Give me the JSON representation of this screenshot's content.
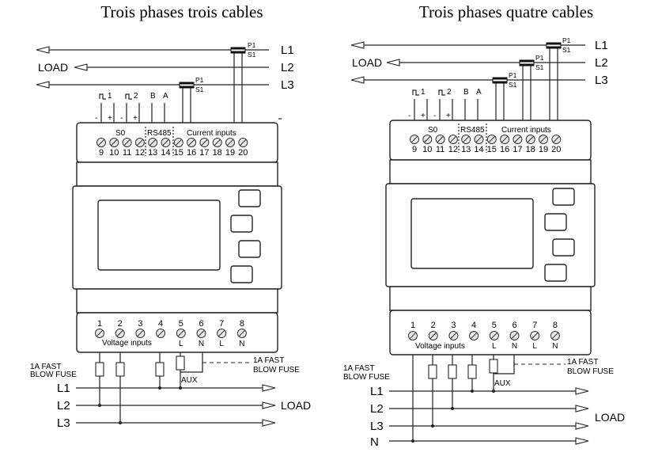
{
  "left": {
    "title": "Trois phases trois cables",
    "lines_top": [
      "L1",
      "L2",
      "L3"
    ],
    "load_top": "LOAD",
    "terminals_top": [
      "9",
      "10",
      "11",
      "12",
      "13",
      "14",
      "15",
      "16",
      "17",
      "18",
      "19",
      "20"
    ],
    "pulse_labels": [
      "1",
      "2"
    ],
    "rs485_labels": [
      "B",
      "A"
    ],
    "group_labels": {
      "s0": "S0",
      "rs485": "RS485",
      "current": "Current inputs"
    },
    "ct_labels": {
      "p": "P1",
      "s": "S1"
    },
    "terminals_bottom": [
      "1",
      "2",
      "3",
      "4",
      "5",
      "6",
      "7",
      "8"
    ],
    "voltage_label": "Voltage inputs",
    "aux_terms": [
      "L",
      "N",
      "L",
      "N"
    ],
    "fuse_label_left": [
      "1A FAST",
      "BLOW FUSE"
    ],
    "fuse_label_right": [
      "1A FAST",
      "BLOW FUSE"
    ],
    "aux": "AUX",
    "lines_bottom": [
      "L1",
      "L2",
      "L3"
    ],
    "load_bottom": "LOAD"
  },
  "right": {
    "title": "Trois phases quatre cables",
    "lines_top": [
      "L1",
      "L2",
      "L3"
    ],
    "load_top": "LOAD",
    "terminals_top": [
      "9",
      "10",
      "11",
      "12",
      "13",
      "14",
      "15",
      "16",
      "17",
      "18",
      "19",
      "20"
    ],
    "pulse_labels": [
      "1",
      "2"
    ],
    "rs485_labels": [
      "B",
      "A"
    ],
    "group_labels": {
      "s0": "S0",
      "rs485": "RS485",
      "current": "Current inputs"
    },
    "ct_labels": {
      "p": "P1",
      "s": "S1"
    },
    "terminals_bottom": [
      "1",
      "2",
      "3",
      "4",
      "5",
      "6",
      "7",
      "8"
    ],
    "voltage_label": "Voltage inputs",
    "aux_terms": [
      "L",
      "N",
      "L",
      "N"
    ],
    "fuse_label_left": [
      "1A FAST",
      "BLOW FUSE"
    ],
    "fuse_label_right": [
      "1A FAST",
      "BLOW FUSE"
    ],
    "aux": "AUX",
    "lines_bottom": [
      "L1",
      "L2",
      "L3",
      "N"
    ],
    "load_bottom": "LOAD"
  },
  "pm": [
    "-",
    "+",
    "-",
    "+"
  ],
  "icons": {
    "pulse": "pulse-icon",
    "screw": "screw-terminal-icon",
    "ct": "current-transformer-icon",
    "fuse": "fuse-icon",
    "arrow": "arrow-icon"
  }
}
